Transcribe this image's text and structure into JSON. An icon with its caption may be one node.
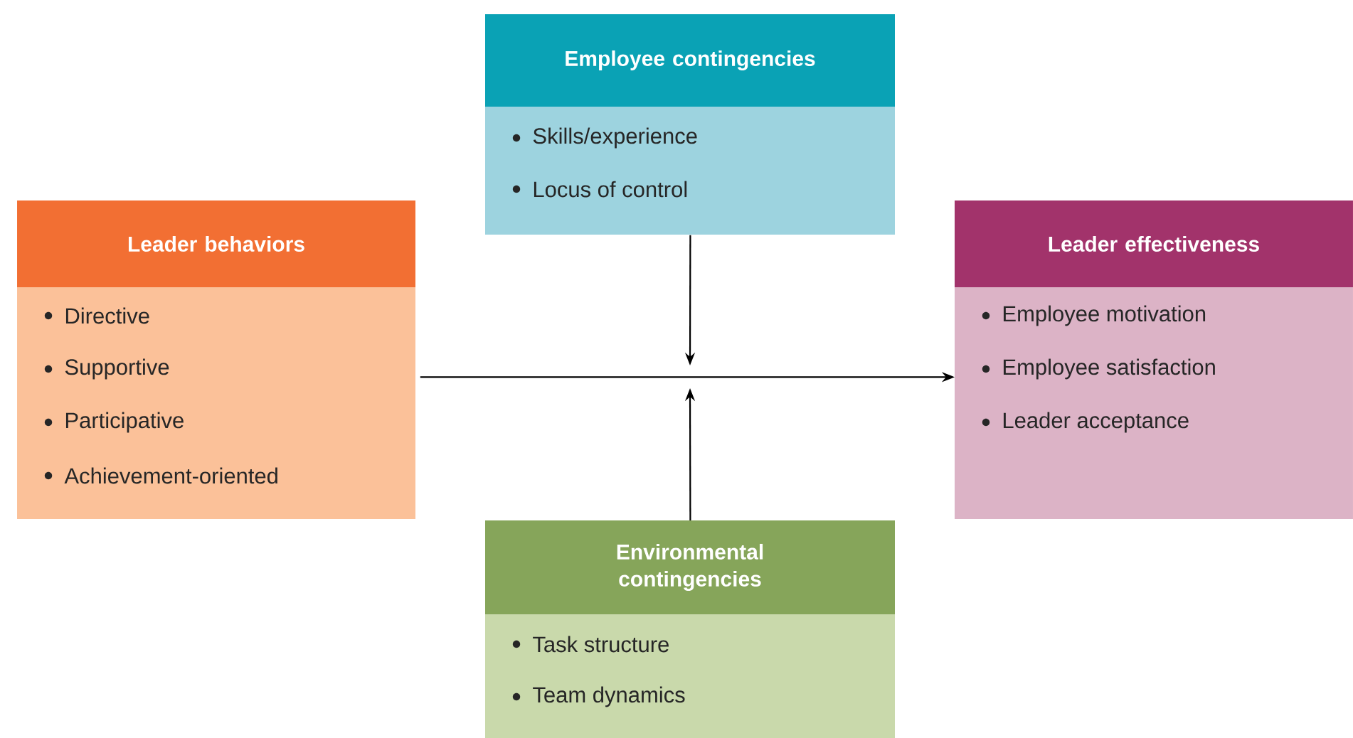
{
  "diagram": {
    "nodes": [
      {
        "text": [
          "Employee contingencies",
          "Skills/experience",
          "Locus of control"
        ]
      },
      {
        "text": [
          "Leader behaviors",
          "Directive",
          "Supportive",
          "Participative",
          "Achievement-oriented"
        ]
      },
      {
        "text": [
          "Leader effectiveness",
          "Employee motivation",
          "Employee satisfaction",
          "Leader acceptance"
        ]
      },
      {
        "text": [
          "Environmental contingencies",
          "Task structure",
          "Team dynamics"
        ]
      }
    ],
    "edges": [
      {
        "from": 0,
        "to": null,
        "arrow": "to"
      },
      {
        "from": 3,
        "to": null,
        "arrow": "to"
      },
      {
        "from": 1,
        "to": 2,
        "arrow": "to"
      }
    ]
  }
}
